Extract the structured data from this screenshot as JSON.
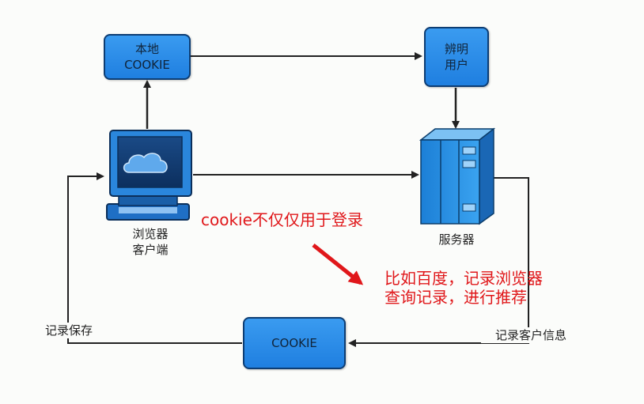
{
  "nodes": {
    "local_cookie": {
      "line1": "本地",
      "line2": "COOKIE"
    },
    "identify_user": {
      "line1": "辨明",
      "line2": "用户"
    },
    "client": {
      "line1": "浏览器",
      "line2": "客户端"
    },
    "server": {
      "label": "服务器"
    },
    "cookie": {
      "label": "COOKIE"
    }
  },
  "edges": {
    "record_client_info": "记录客户信息",
    "record_save": "记录保存"
  },
  "notes": {
    "not_only_login": "cookie不仅仅用于登录",
    "baidu_line1": "比如百度，记录浏览器",
    "baidu_line2": "查询记录，进行推荐"
  },
  "colors": {
    "box_fill": "#2a8ee8",
    "box_border": "#0d3d73",
    "arrow": "#222222",
    "note_red": "#e0171a"
  }
}
